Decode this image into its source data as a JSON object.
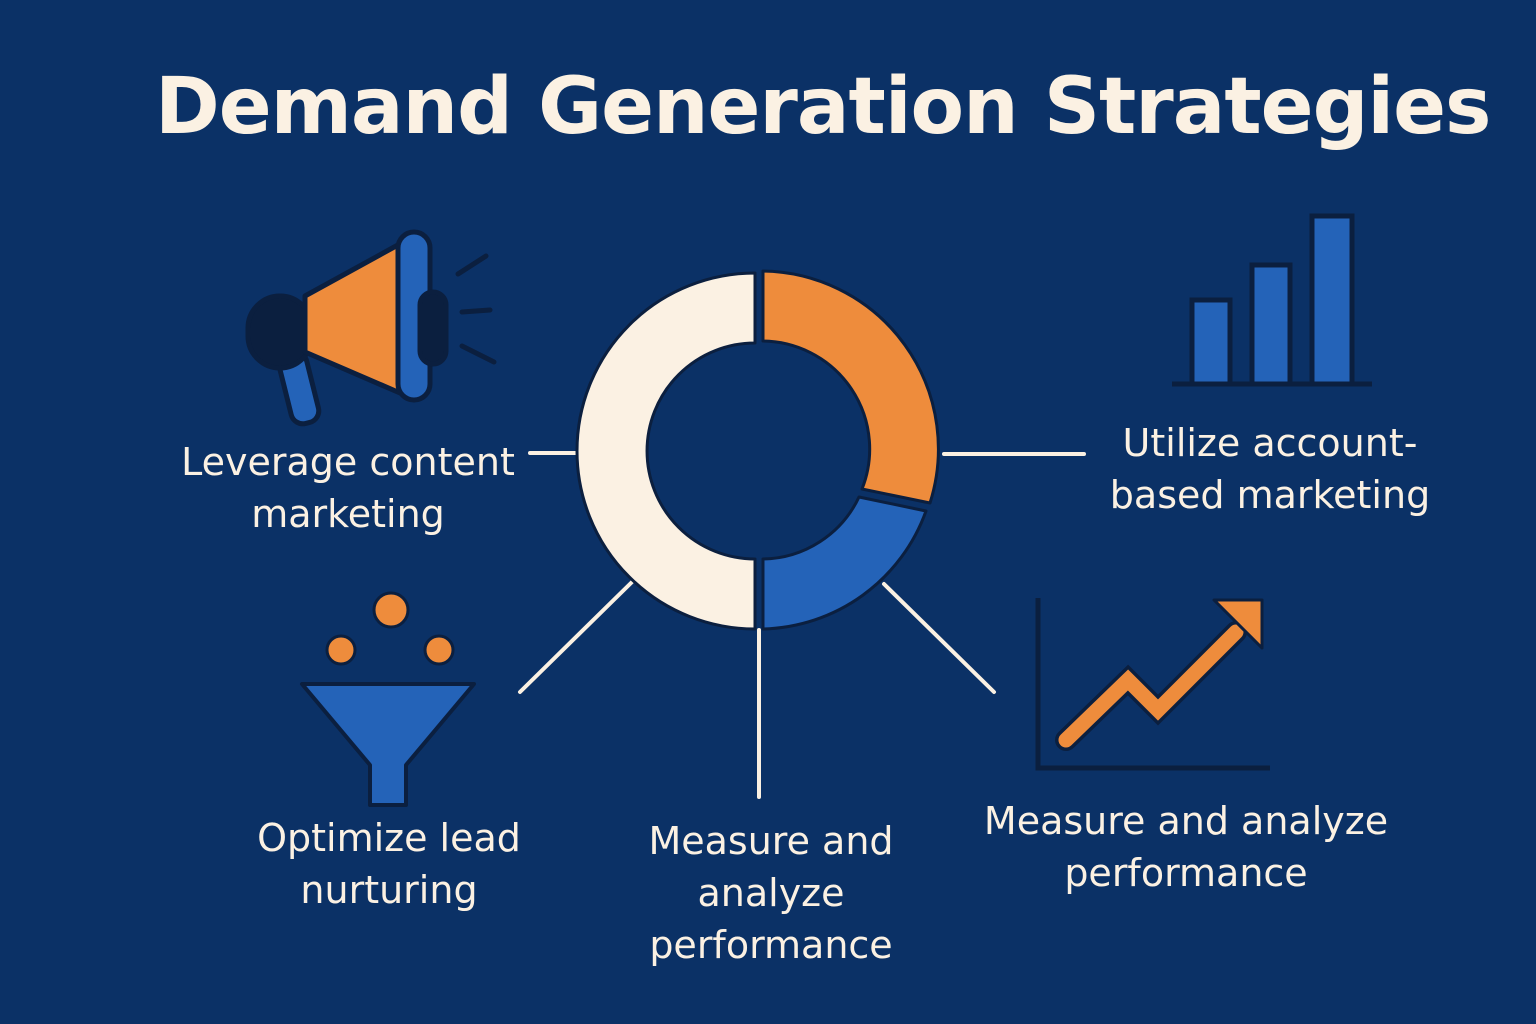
{
  "title": "Demand Generation Strategies",
  "colors": {
    "background": "#0b3166",
    "cream": "#fbf1e3",
    "orange": "#ee8c3c",
    "blue": "#2463b8",
    "dark": "#0b1f3f"
  },
  "ring": {
    "segments": [
      {
        "name": "cream",
        "color": "#fbf1e3"
      },
      {
        "name": "orange",
        "color": "#ee8c3c"
      },
      {
        "name": "blue",
        "color": "#2463b8"
      }
    ]
  },
  "strategies": {
    "content": {
      "line1": "Leverage content",
      "line2": "marketing",
      "icon": "megaphone-icon"
    },
    "abm": {
      "line1": "Utilize account-",
      "line2": "based marketing",
      "icon": "bar-chart-icon"
    },
    "lead": {
      "line1": "Optimize lead",
      "line2": "nurturing",
      "icon": "funnel-icon"
    },
    "measure_center": {
      "line1": "Measure and",
      "line2": "analyze",
      "line3": "performance"
    },
    "measure_right": {
      "line1": "Measure and analyze",
      "line2": "performance",
      "icon": "trend-arrow-icon"
    }
  }
}
